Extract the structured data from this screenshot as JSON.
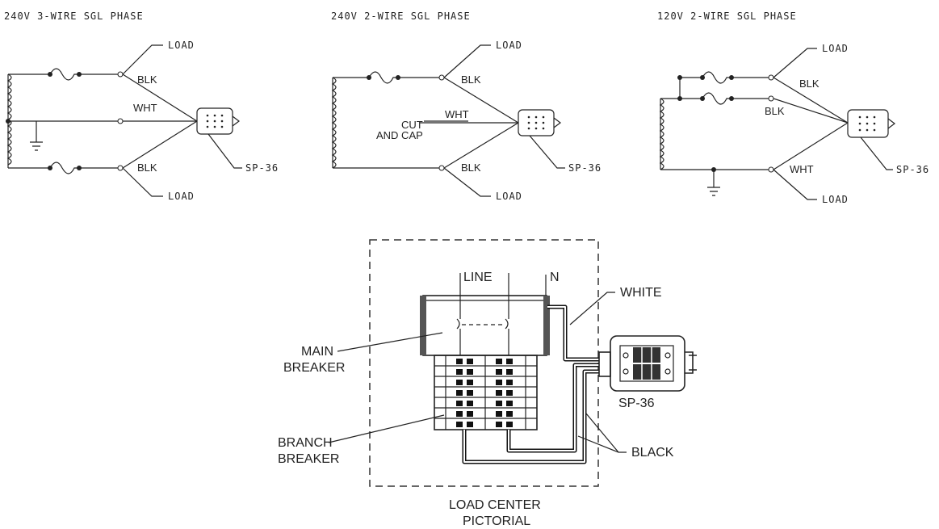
{
  "diagrams": {
    "d1": {
      "title": "240V 3-WIRE SGL PHASE",
      "load_top": "LOAD",
      "blk_top": "BLK",
      "wht": "WHT",
      "blk_bottom": "BLK",
      "load_bottom": "LOAD",
      "sp": "SP-36"
    },
    "d2": {
      "title": "240V 2-WIRE SGL PHASE",
      "load_top": "LOAD",
      "blk_top": "BLK",
      "cut": "CUT",
      "and_cap": "AND CAP",
      "wht": "WHT",
      "blk_bottom": "BLK",
      "load_bottom": "LOAD",
      "sp": "SP-36"
    },
    "d3": {
      "title": "120V 2-WIRE SGL PHASE",
      "load_top": "LOAD",
      "blk_top": "BLK",
      "blk_mid": "BLK",
      "wht": "WHT",
      "load_bottom": "LOAD",
      "sp": "SP-36"
    }
  },
  "pictorial": {
    "line": "LINE",
    "neutral": "N",
    "white": "WHITE",
    "main_breaker_1": "MAIN",
    "main_breaker_2": "BREAKER",
    "branch_breaker_1": "BRANCH",
    "branch_breaker_2": "BREAKER",
    "sp": "SP-36",
    "black": "BLACK",
    "caption_1": "LOAD CENTER",
    "caption_2": "PICTORIAL"
  }
}
